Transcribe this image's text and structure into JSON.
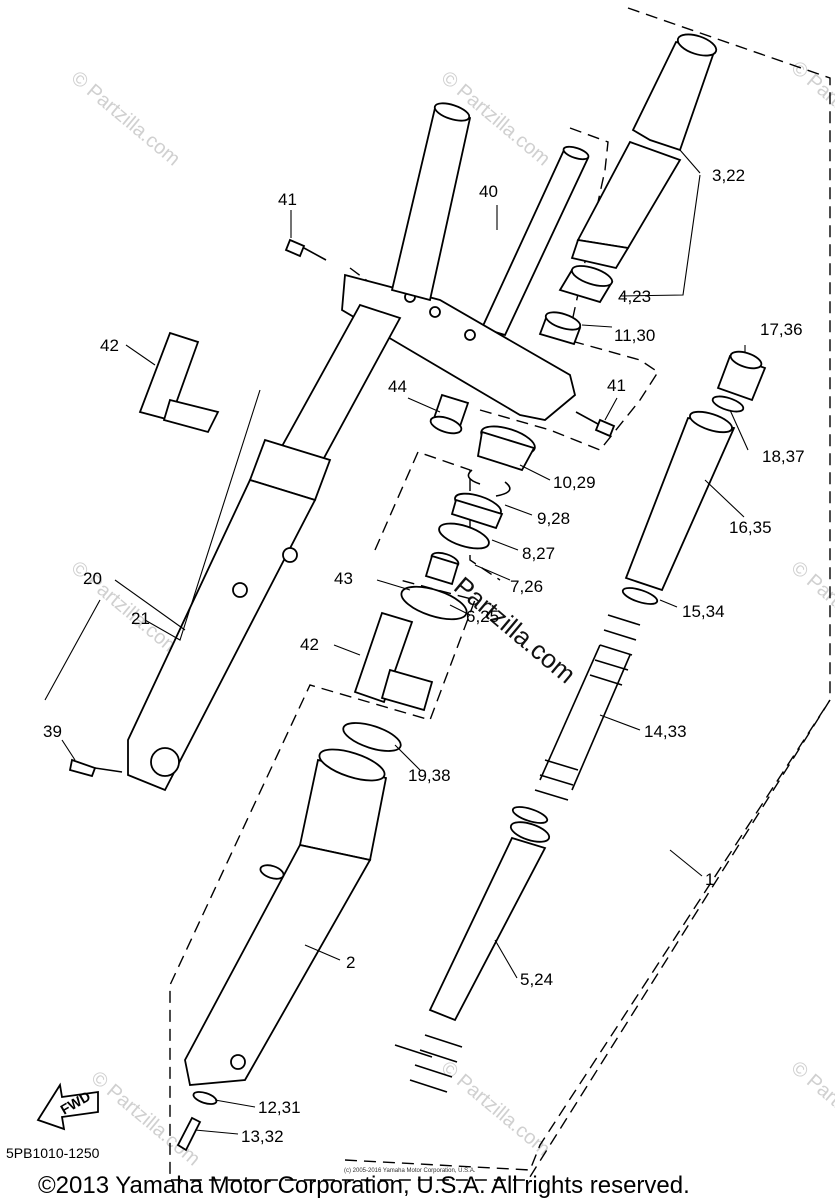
{
  "watermark": "© Partzilla.com",
  "diagram_code": "5PB1010-1250",
  "fwd_label": "FWD",
  "tiny_copyright": "(c) 2005-2016 Yamaha Motor Corporation, U.S.A.",
  "copyright": "©2013 Yamaha Motor Corporation, U.S.A. All rights reserved.",
  "callouts": {
    "c1": "1",
    "c2": "2",
    "c3_22": "3,22",
    "c4_23": "4,23",
    "c5_24": "5,24",
    "c6_25": "6,25",
    "c7_26": "7,26",
    "c8_27": "8,27",
    "c9_28": "9,28",
    "c10_29": "10,29",
    "c11_30": "11,30",
    "c12_31": "12,31",
    "c13_32": "13,32",
    "c14_33": "14,33",
    "c15_34": "15,34",
    "c16_35": "16,35",
    "c17_36": "17,36",
    "c18_37": "18,37",
    "c19_38": "19,38",
    "c20": "20",
    "c21": "21",
    "c39": "39",
    "c40": "40",
    "c41a": "41",
    "c41b": "41",
    "c42a": "42",
    "c42b": "42",
    "c43": "43",
    "c44": "44"
  }
}
